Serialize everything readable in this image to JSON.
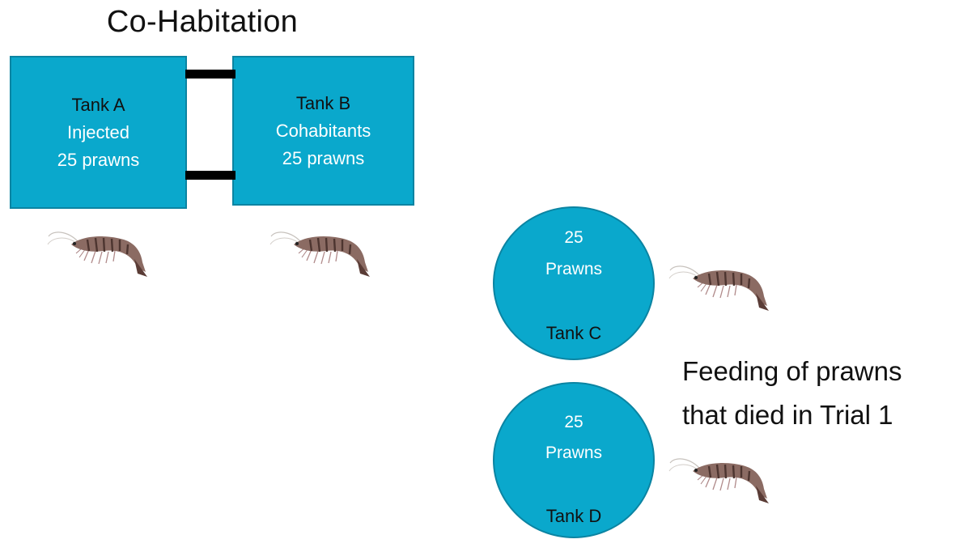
{
  "title": "Co-Habitation",
  "tanks": [
    {
      "name": "Tank A",
      "line2": "Injected",
      "line3": "25 prawns"
    },
    {
      "name": "Tank B",
      "line2": "Cohabitants",
      "line3": "25 prawns"
    }
  ],
  "circles": [
    {
      "count": "25",
      "word": "Prawns",
      "name": "Tank C"
    },
    {
      "count": "25",
      "word": "Prawns",
      "name": "Tank D"
    }
  ],
  "caption": {
    "line1": "Feeding of prawns",
    "line2": "that died in Trial 1"
  },
  "colors": {
    "tank_fill": "#0aa8cc",
    "tank_border": "#0b84a2",
    "connector": "#000000"
  },
  "icons": [
    "prawn-icon",
    "prawn-icon",
    "prawn-icon",
    "prawn-icon"
  ]
}
